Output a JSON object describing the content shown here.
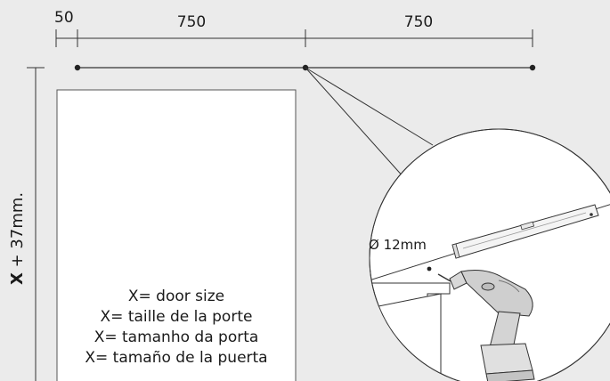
{
  "dimensions": {
    "offset": "50",
    "segment_1": "750",
    "segment_2": "750",
    "height_variable": "X",
    "height_suffix": " + 37mm."
  },
  "detail": {
    "hole_diameter": "Ø 12mm"
  },
  "captions": [
    "X= door size",
    "X= taille de la porte",
    "X= tamanho da porta",
    "X= tamaño de la puerta"
  ]
}
